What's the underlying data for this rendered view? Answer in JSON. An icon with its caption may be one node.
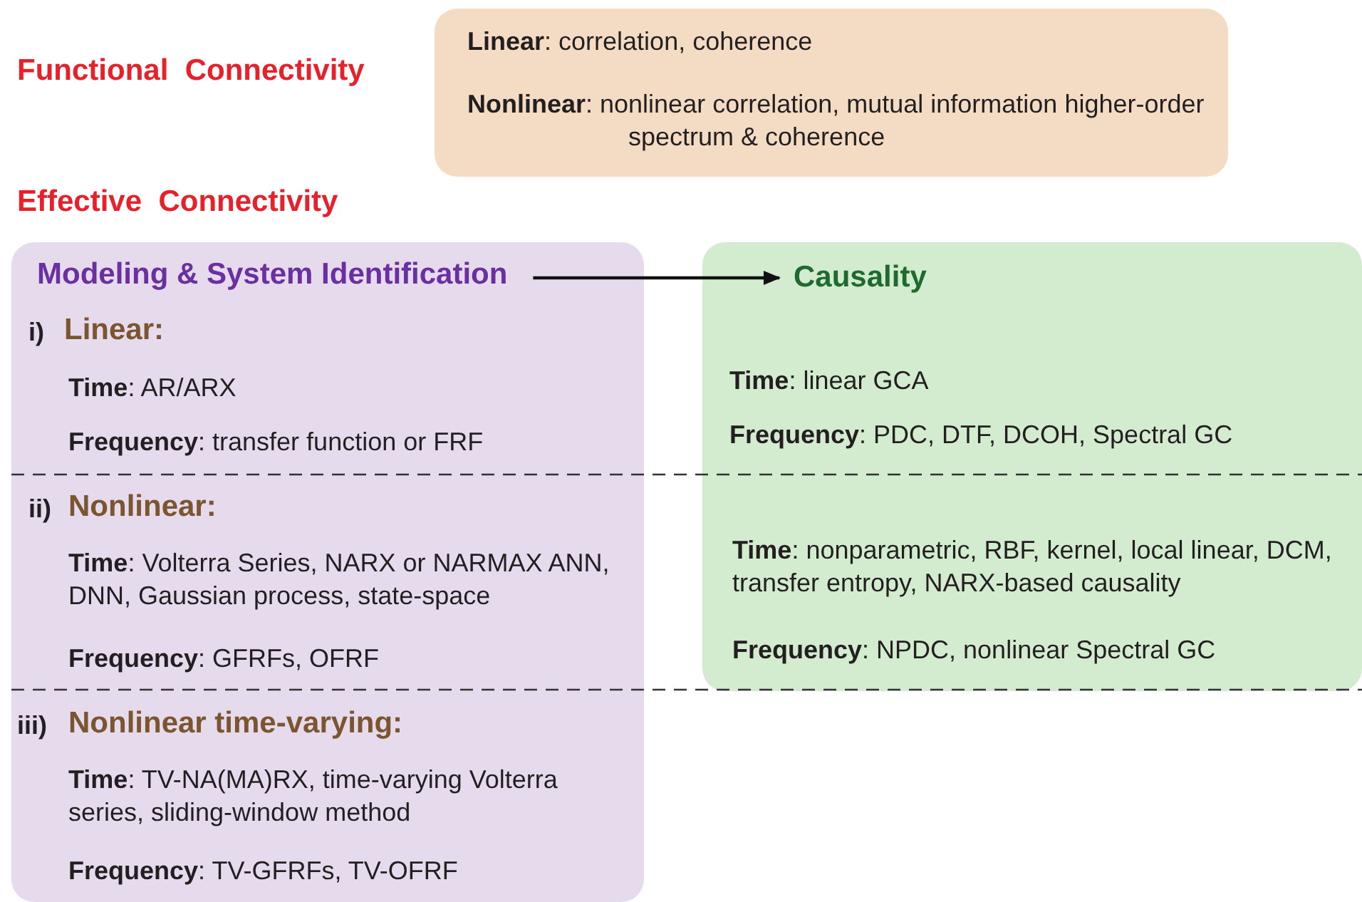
{
  "diagram": {
    "nodes": [
      {
        "text": [
          "**Linear**:  correlation, coherence",
          "**Nonlinear**:  nonlinear correlation, mutual information higher-order spectrum & coherence"
        ]
      },
      {
        "text": [
          "i)",
          "Linear:",
          "**Time**:  AR/ARX",
          "**Frequency**:  transfer function or FRF",
          "ii)",
          "Nonlinear:",
          "**Time**:  Volterra Series, NARX or NARMAX ANN, DNN, Gaussian process, state-space",
          "**Frequency**:  GFRFs, OFRF",
          "iii)",
          "Nonlinear time-varying:",
          "**Time**:  TV-NA(MA)RX, time-varying Volterra series, sliding-window method",
          "**Frequency**:  TV-GFRFs, TV-OFRF"
        ]
      },
      {
        "text": [
          "Modeling & System Identification"
        ],
        "in": 1
      },
      {
        "text": [
          "**Time**:  linear GCA",
          "**Frequency**:  PDC, DTF, DCOH, Spectral GC",
          "**Time**:  nonparametric, RBF, kernel, local linear, DCM, transfer entropy, NARX-based causality",
          "**Frequency**:  NPDC, nonlinear Spectral GC"
        ]
      },
      {
        "text": [
          "Causality"
        ],
        "in": 3
      }
    ],
    "edges": [
      {
        "from": 2,
        "to": 4,
        "arrow": "to"
      }
    ],
    "labels": [
      "Functional  Connectivity",
      "Effective  Connectivity"
    ]
  }
}
